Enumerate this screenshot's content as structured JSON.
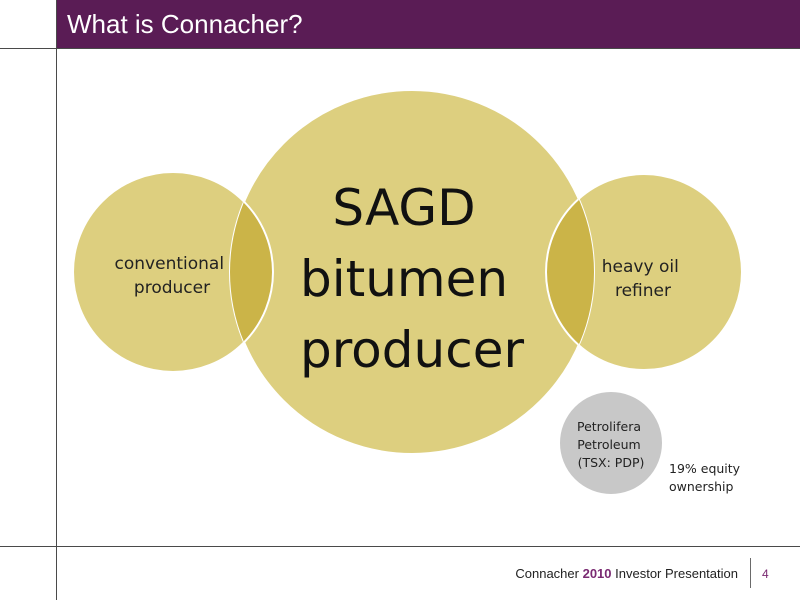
{
  "slide": {
    "title": "What is Connacher?"
  },
  "diagram": {
    "circles": {
      "left": [
        "conventional",
        "producer"
      ],
      "center": [
        "SAGD",
        "bitumen",
        "producer"
      ],
      "right": [
        "heavy oil",
        "refiner"
      ],
      "small": [
        "Petrolifera",
        "Petroleum",
        "(TSX: PDP)"
      ]
    },
    "annotation": [
      "19% equity",
      "ownership"
    ]
  },
  "footer": {
    "company": "Connacher",
    "year": "2010",
    "suffix": "Investor Presentation",
    "page_number": "4"
  },
  "colors": {
    "header_bg": "#5a1c55",
    "circle_fill": "#ddcf7f",
    "overlap_fill": "#cbb448",
    "small_circle_fill": "#c8c8c8",
    "accent": "#7a2a72"
  }
}
